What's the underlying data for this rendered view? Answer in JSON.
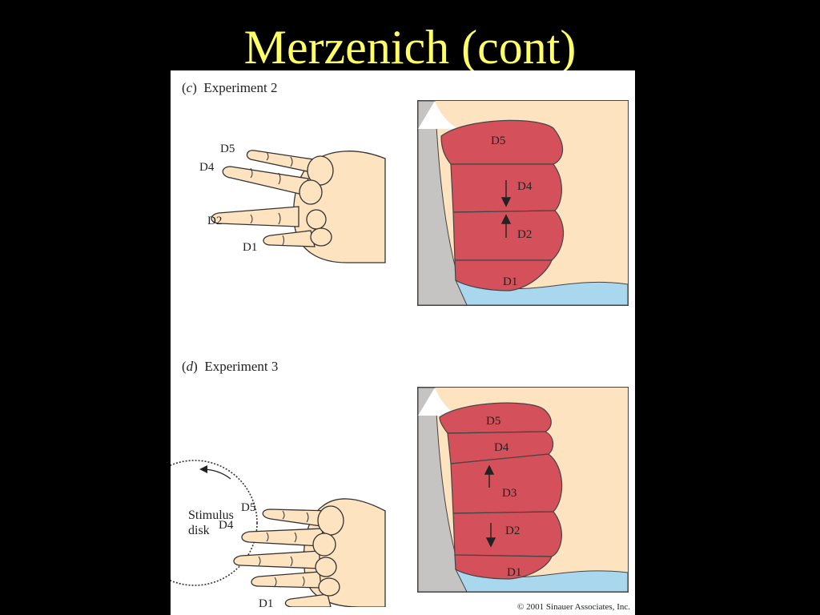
{
  "slide": {
    "title": "Merzenich (cont)"
  },
  "panels": [
    {
      "letter": "c",
      "label": "Experiment 2",
      "hand_digits": [
        "D5",
        "D4",
        "D2",
        "D1"
      ],
      "map_regions": [
        "D5",
        "D4",
        "D2",
        "D1"
      ]
    },
    {
      "letter": "d",
      "label": "Experiment 3",
      "hand_digits": [
        "D5",
        "D4",
        "D1"
      ],
      "stimulus_label_1": "Stimulus",
      "stimulus_label_2": "disk",
      "map_regions": [
        "D5",
        "D4",
        "D3",
        "D2",
        "D1"
      ]
    }
  ],
  "copyright": "© 2001 Sinauer Associates, Inc.",
  "colors": {
    "title": "#ffff66",
    "skin": "#fde3bf",
    "map_red": "#d4505a",
    "map_blue": "#a9d7ee",
    "map_gray": "#c6c4c2"
  }
}
